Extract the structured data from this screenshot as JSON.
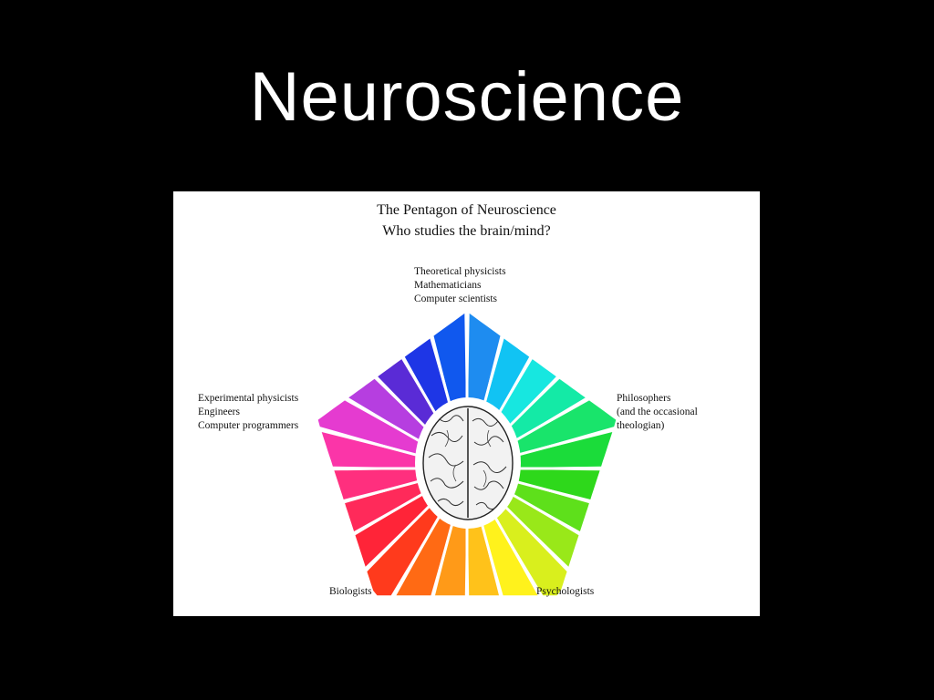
{
  "slide": {
    "title": "Neuroscience"
  },
  "figure": {
    "title_line1": "The Pentagon of Neuroscience",
    "title_line2": "Who studies the brain/mind?",
    "labels": {
      "top": [
        "Theoretical physicists",
        "Mathematicians",
        "Computer scientists"
      ],
      "left": [
        "Experimental physicists",
        "Engineers",
        "Computer programmers"
      ],
      "right": [
        "Philosophers",
        "(and the occasional",
        "theologian)"
      ],
      "bottom_left": "Biologists",
      "bottom_right": "Psychologists"
    },
    "center_icon": "brain-icon",
    "wedge_colors": [
      "#5a2bd6",
      "#1e36e6",
      "#1058ee",
      "#1e8cf0",
      "#11c3f3",
      "#17e7e0",
      "#14eaa6",
      "#19e46b",
      "#1bdc3a",
      "#2ed81b",
      "#5ee01b",
      "#99e819",
      "#d9ef1d",
      "#fff21c",
      "#ffc21a",
      "#ff9a18",
      "#ff6a14",
      "#ff3a1c",
      "#ff2438",
      "#ff2a5a",
      "#ff2f7e",
      "#fb35a8",
      "#e53bd0",
      "#b63ee0"
    ]
  }
}
